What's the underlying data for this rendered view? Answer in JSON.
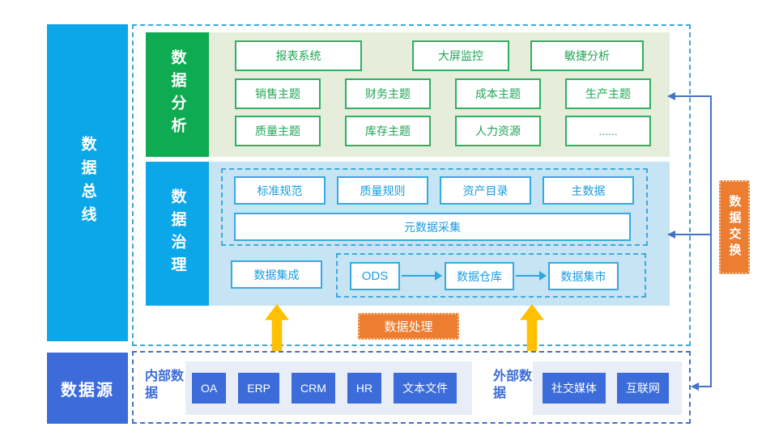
{
  "bus": {
    "label": "数据总线"
  },
  "analysis": {
    "label": "数据分析",
    "row1": [
      "报表系统",
      "大屏监控",
      "敏捷分析"
    ],
    "row2": [
      "销售主题",
      "财务主题",
      "成本主题",
      "生产主题"
    ],
    "row3": [
      "质量主题",
      "库存主题",
      "人力资源",
      "......"
    ]
  },
  "governance": {
    "label": "数据治理",
    "assets": [
      "标准规范",
      "质量规则",
      "资产目录",
      "主数据"
    ],
    "metadata": "元数据采集",
    "integration": "数据集成",
    "pipeline": [
      "ODS",
      "数据仓库",
      "数据集市"
    ]
  },
  "processing": {
    "label": "数据处理"
  },
  "exchange": {
    "label": "数据交换"
  },
  "source": {
    "label": "数据源",
    "internal": {
      "label": "内部数据",
      "items": [
        "OA",
        "ERP",
        "CRM",
        "HR",
        "文本文件"
      ]
    },
    "external": {
      "label": "外部数据",
      "items": [
        "社交媒体",
        "互联网"
      ]
    }
  },
  "colors": {
    "cyan_blue": "#0BA7E9",
    "green": "#0FAB52",
    "light_green_bg": "#E6EEDB",
    "light_blue_bg": "#C6E4F4",
    "royal_blue": "#3B6CD9",
    "light_lavender_bg": "#E9EDF8",
    "orange": "#ED7D31",
    "gold_arrow": "#FFC000",
    "connector_blue": "#4472C4",
    "box_border_green": "#2FAF62",
    "box_border_cyan": "#35AAE2"
  }
}
